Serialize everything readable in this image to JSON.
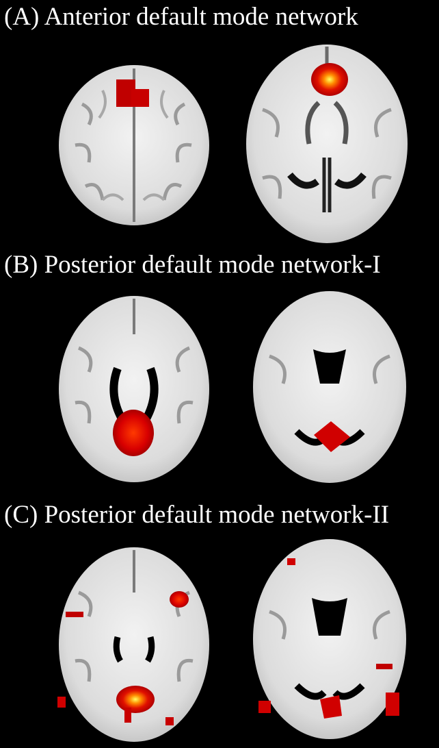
{
  "panels": [
    {
      "label": "(A) Anterior default mode network"
    },
    {
      "label": "(B) Posterior default mode network-I"
    },
    {
      "label": "(C) Posterior default mode network-II"
    }
  ],
  "colors": {
    "background": "#000000",
    "text": "#ffffff",
    "activation_core": "#ffff40",
    "activation_mid": "#ff4000",
    "activation_edge": "#c80000"
  }
}
